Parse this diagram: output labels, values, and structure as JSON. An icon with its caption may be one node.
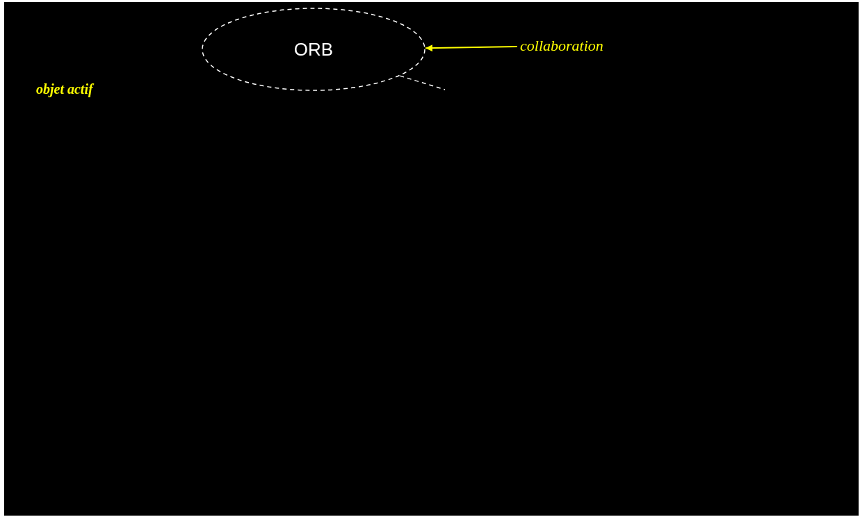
{
  "diagram": {
    "nodes": [
      {
        "text": [
          "ORB"
        ]
      },
      {
        "text": [
          "collaboration"
        ]
      }
    ],
    "edges": [
      {
        "from": 1,
        "to": 0,
        "arrow": "to",
        "color": "#ffff00"
      },
      {
        "from": 0,
        "to": null,
        "arrow": "none",
        "style": "dashed",
        "color": "#ffffff"
      }
    ],
    "labels": [
      "objet actif"
    ]
  }
}
